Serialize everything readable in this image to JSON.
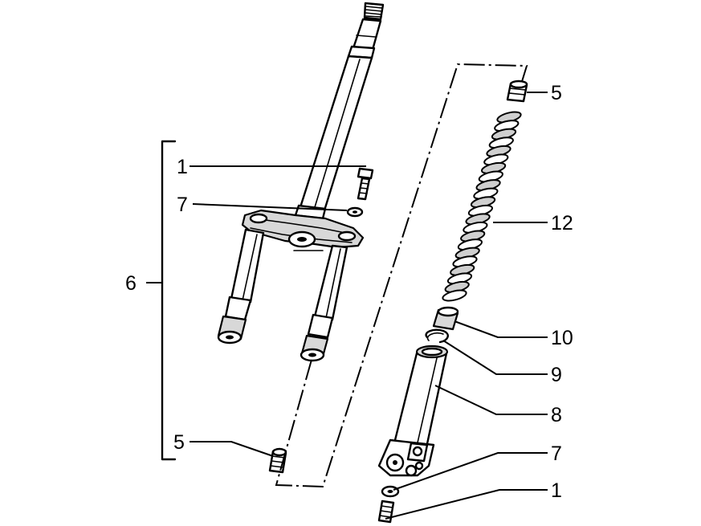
{
  "callouts": {
    "left_1": "1",
    "left_7": "7",
    "left_6": "6",
    "left_5": "5",
    "right_5": "5",
    "right_12": "12",
    "right_10": "10",
    "right_9": "9",
    "right_8": "8",
    "right_7": "7",
    "right_1": "1"
  },
  "parts": [
    {
      "ref": "1",
      "icon": "screw-icon"
    },
    {
      "ref": "5",
      "icon": "bushing-icon"
    },
    {
      "ref": "6",
      "icon": "fork-assembly-bracket"
    },
    {
      "ref": "7",
      "icon": "washer-icon"
    },
    {
      "ref": "8",
      "icon": "fork-leg-icon"
    },
    {
      "ref": "9",
      "icon": "circlip-icon"
    },
    {
      "ref": "10",
      "icon": "spring-seat-icon"
    },
    {
      "ref": "12",
      "icon": "coil-spring-icon"
    }
  ],
  "colors": {
    "line": "#000000",
    "background": "#ffffff",
    "shade": "#d8d8d8"
  }
}
